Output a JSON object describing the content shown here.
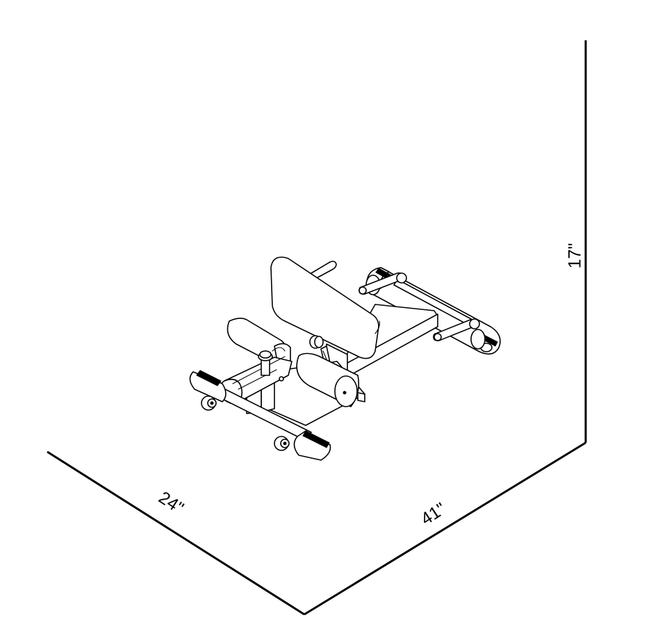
{
  "diagram": {
    "subject": "Roman chair / back extension bench",
    "style": "isometric line drawing",
    "colors": {
      "line": "#000000",
      "background": "#ffffff"
    },
    "dimensions": {
      "height": {
        "label": "17\"",
        "value": 17,
        "unit": "in"
      },
      "width": {
        "label": "24\"",
        "value": 24,
        "unit": "in"
      },
      "length": {
        "label": "41\"",
        "value": 41,
        "unit": "in"
      }
    },
    "parts": [
      "back-pad",
      "front-roller-pads",
      "ankle-roller-pad",
      "adjustment-pin-knob",
      "pop-pin",
      "rear-foot-bars",
      "front-stabilizer-base",
      "rear-stabilizer-base",
      "transport-wheels",
      "end-caps"
    ]
  }
}
